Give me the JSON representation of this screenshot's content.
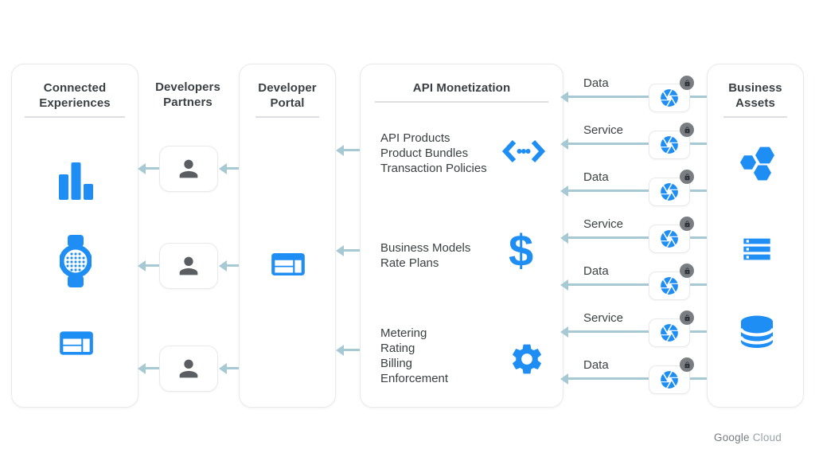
{
  "colors": {
    "accent_blue": "#1E8EF5",
    "arrow_teal": "#A6C9D3",
    "text_dark": "#3C4043",
    "person_gray": "#5A5E63",
    "badge_gray": "#7A7E82",
    "divider_gray": "#DCDEE1",
    "brand_gray": "#9AA0A6"
  },
  "panels": {
    "connected": {
      "title": "Connected Experiences",
      "items": [
        {
          "icon": "bar-chart-icon"
        },
        {
          "icon": "smartwatch-icon"
        },
        {
          "icon": "dashboard-icon"
        }
      ]
    },
    "developer_partners": {
      "title": "Developers Partners",
      "items": [
        {
          "icon": "person-icon"
        },
        {
          "icon": "person-icon"
        },
        {
          "icon": "person-icon"
        }
      ]
    },
    "developer_portal": {
      "title": "Developer Portal",
      "items": [
        {
          "icon": "web-portal-icon"
        }
      ]
    },
    "api_monetization": {
      "title": "API Monetization",
      "sections": [
        {
          "icon": "api-icon",
          "lines": [
            "API Products",
            "Product Bundles",
            "Transaction Policies"
          ]
        },
        {
          "icon": "dollar-icon",
          "icon_glyph": "$",
          "lines": [
            "Business Models",
            "Rate Plans"
          ]
        },
        {
          "icon": "gear-icon",
          "lines": [
            "Metering",
            "Rating",
            "Billing",
            "Enforcement"
          ]
        }
      ]
    },
    "business_assets": {
      "title": "Business Assets",
      "items": [
        {
          "icon": "hexagon-cluster-icon"
        },
        {
          "icon": "server-storage-icon"
        },
        {
          "icon": "database-icon"
        }
      ]
    }
  },
  "flows": [
    {
      "label": "Data",
      "icon": "mesh-gateway-icon",
      "badge": "lock-icon"
    },
    {
      "label": "Service",
      "icon": "mesh-gateway-icon",
      "badge": "lock-icon"
    },
    {
      "label": "Data",
      "icon": "mesh-gateway-icon",
      "badge": "lock-icon"
    },
    {
      "label": "Service",
      "icon": "mesh-gateway-icon",
      "badge": "lock-icon"
    },
    {
      "label": "Data",
      "icon": "mesh-gateway-icon",
      "badge": "lock-icon"
    },
    {
      "label": "Service",
      "icon": "mesh-gateway-icon",
      "badge": "lock-icon"
    },
    {
      "label": "Data",
      "icon": "mesh-gateway-icon",
      "badge": "lock-icon"
    }
  ],
  "footer": {
    "brand_primary": "Google",
    "brand_secondary": "Cloud"
  }
}
